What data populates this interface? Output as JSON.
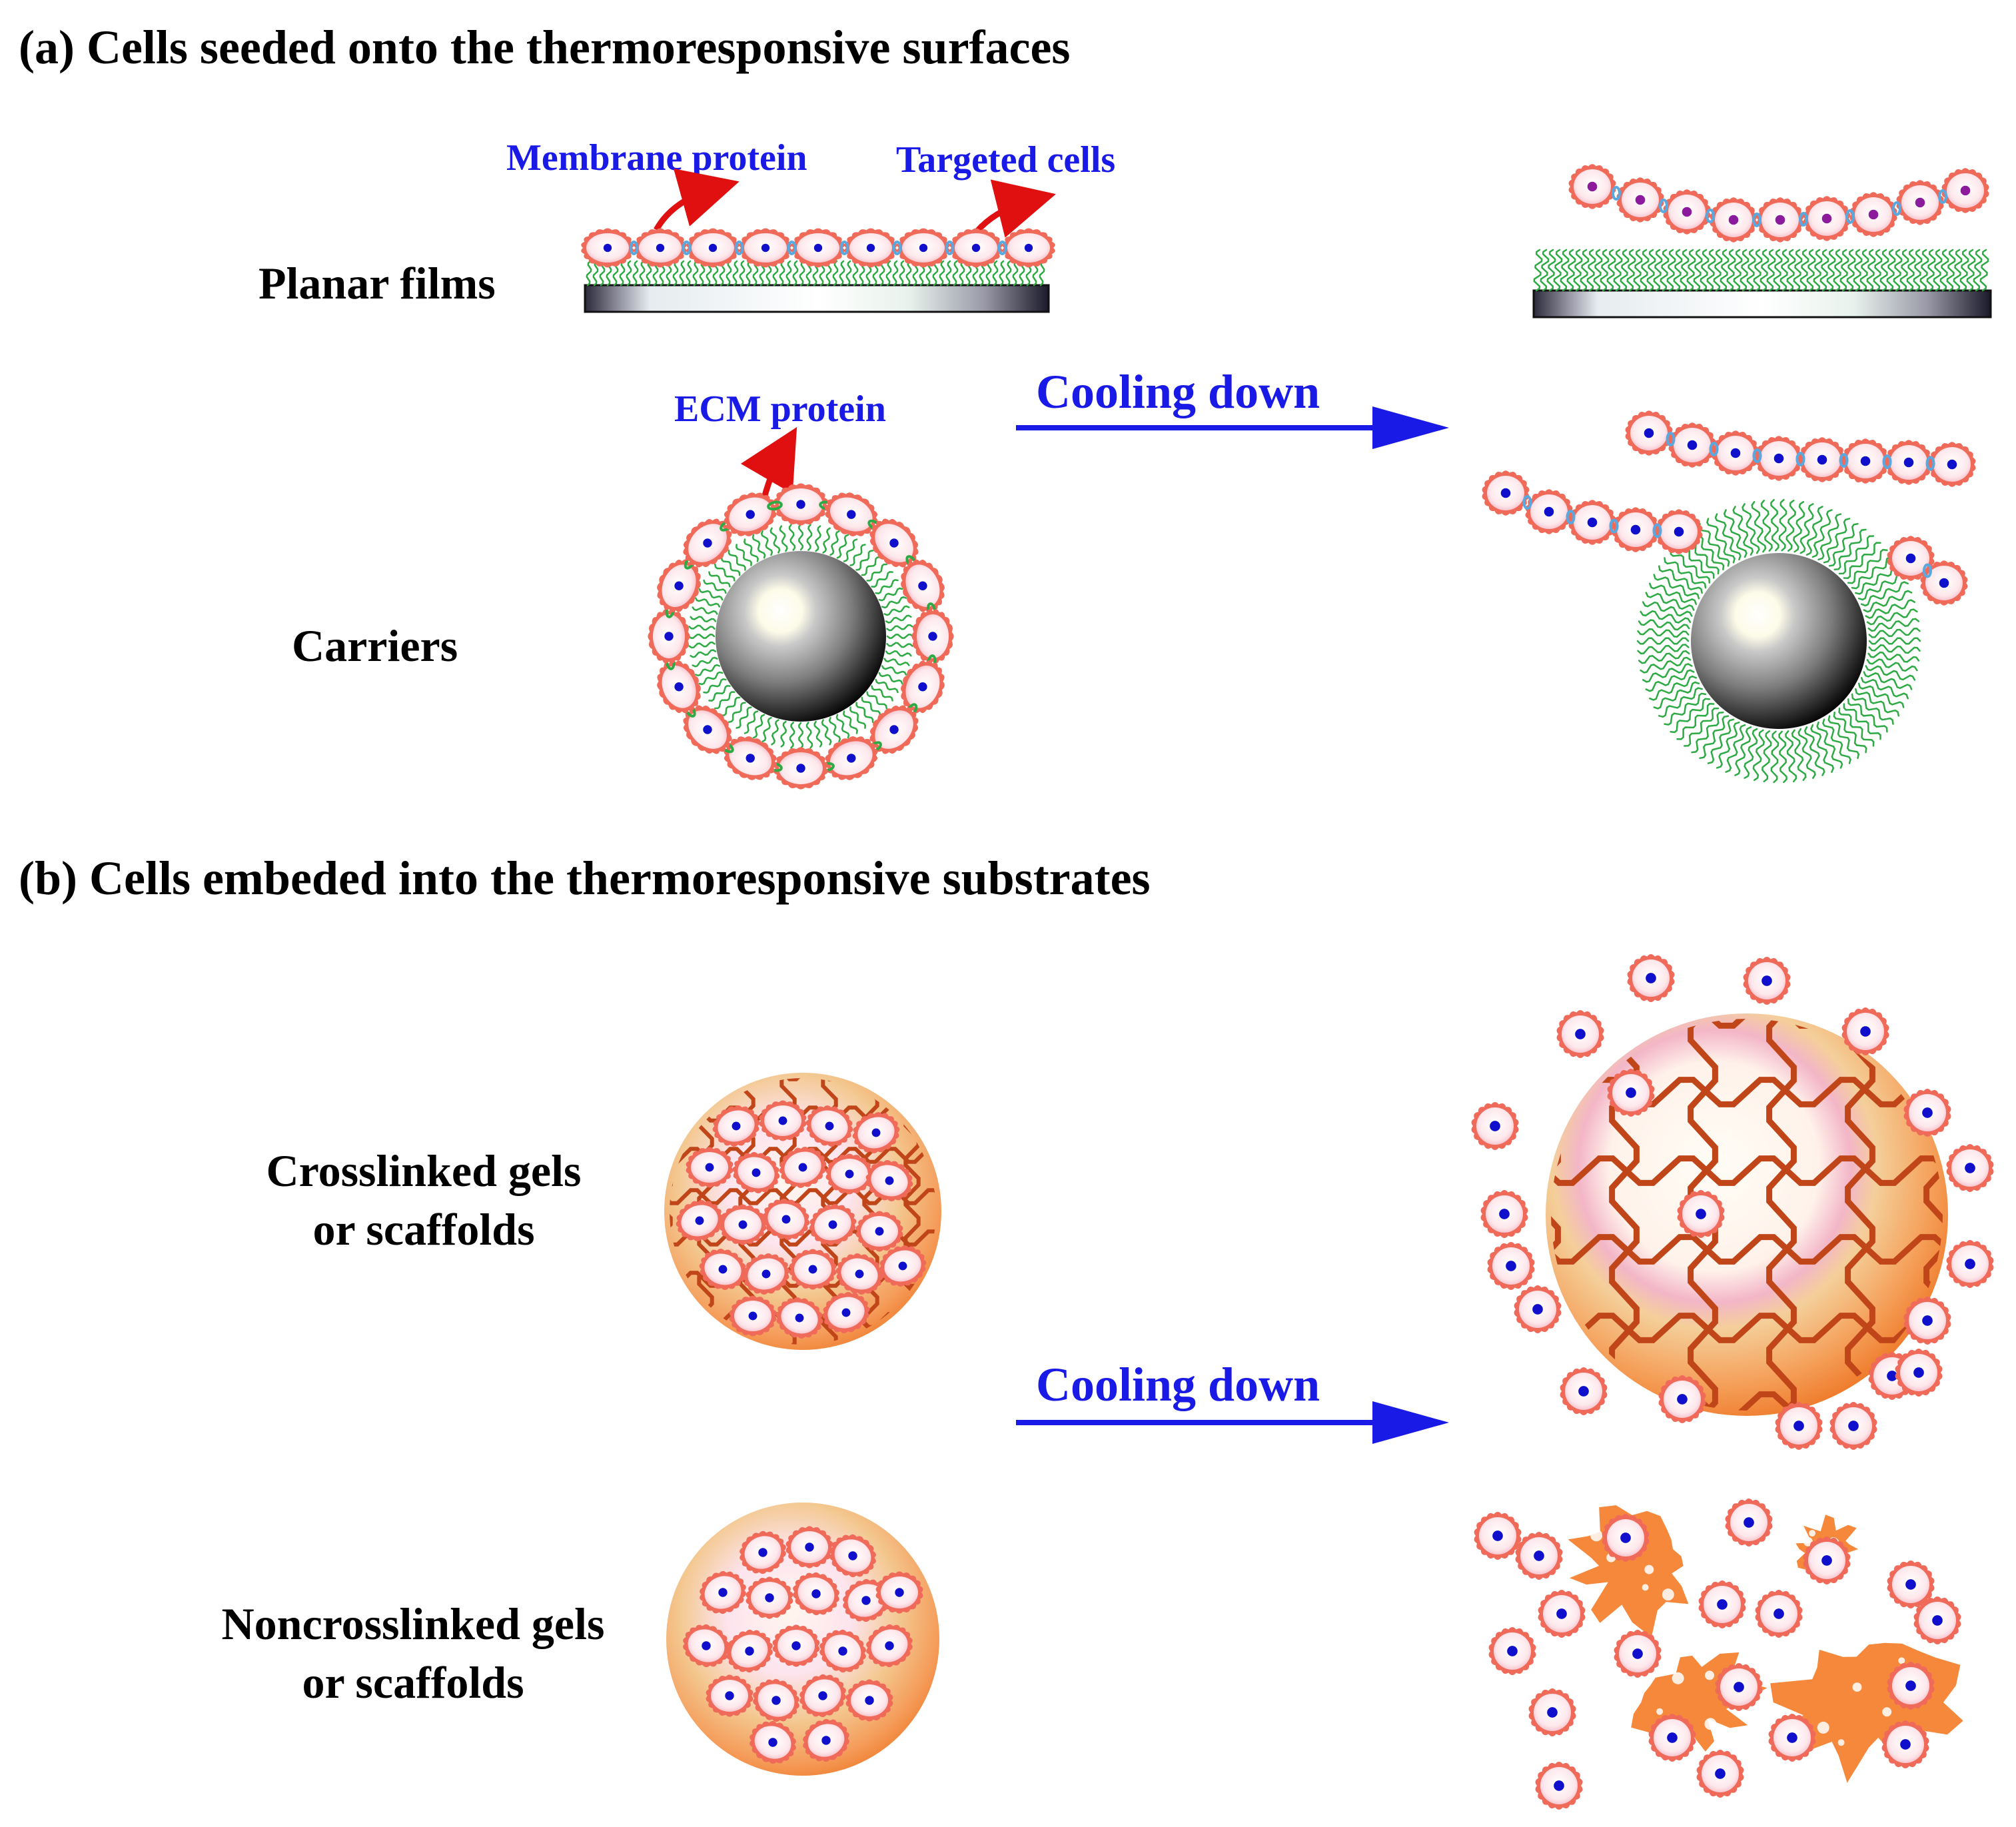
{
  "section_a": {
    "title": "(a) Cells seeded onto the thermoresponsive surfaces",
    "planar_films_label": "Planar films",
    "carriers_label": "Carriers",
    "membrane_protein_label": "Membrane protein",
    "targeted_cells_label": "Targeted cells",
    "ecm_protein_label": "ECM protein",
    "arrow_label": "Cooling down"
  },
  "section_b": {
    "title": "(b) Cells embeded into the thermoresponsive substrates",
    "crosslinked_label_line1": "Crosslinked gels",
    "crosslinked_label_line2": "or scaffolds",
    "noncrosslinked_label_line1": "Noncrosslinked gels",
    "noncrosslinked_label_line2": "or scaffolds",
    "arrow_label": "Cooling down"
  },
  "colors": {
    "blue_label": "#1a1ae6",
    "red_arrow": "#e01010",
    "cell_membrane": "#f06a5a",
    "cell_body": "#fde8ec",
    "nucleus": "#1010cc",
    "nucleus_detached_planar": "#8b1a9c",
    "polymer_green": "#2eaa44",
    "junction_blue": "#5aa8e0",
    "gel_orange": "#f5883a",
    "mesh_red": "#c0461a"
  }
}
